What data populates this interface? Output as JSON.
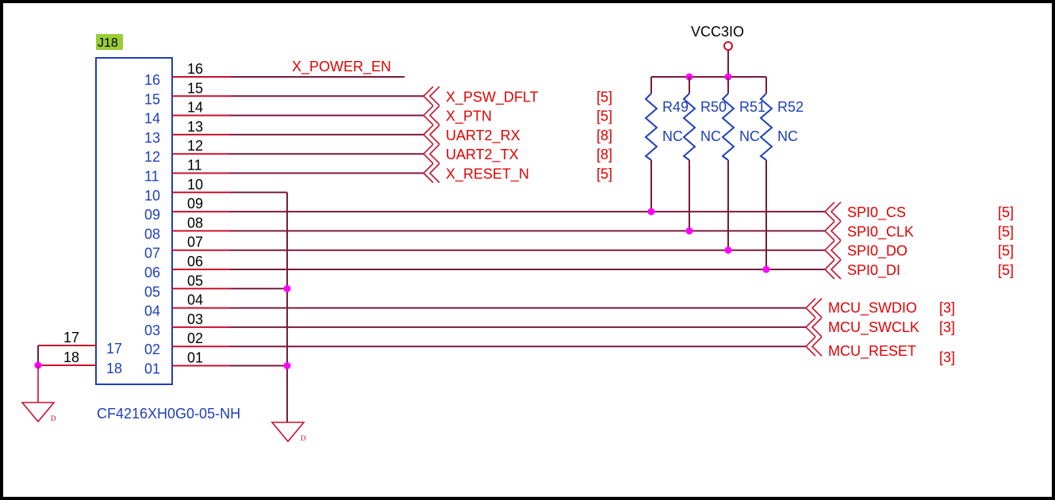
{
  "connector": {
    "refdes": "J18",
    "part": "CF4216XH0G0-05-NH",
    "inner_pins": [
      "16",
      "15",
      "14",
      "13",
      "12",
      "11",
      "10",
      "09",
      "08",
      "07",
      "06",
      "05",
      "04",
      "03",
      "02",
      "01"
    ],
    "outer_pins": [
      "16",
      "15",
      "14",
      "13",
      "12",
      "11",
      "10",
      "09",
      "08",
      "07",
      "06",
      "05",
      "04",
      "03",
      "02",
      "01"
    ],
    "inner_shield": [
      "17",
      "18"
    ],
    "outer_shield": [
      "17",
      "18"
    ]
  },
  "power": {
    "label": "VCC3IO"
  },
  "resistors": [
    {
      "ref": "R49",
      "value": "NC"
    },
    {
      "ref": "R50",
      "value": "NC"
    },
    {
      "ref": "R51",
      "value": "NC"
    },
    {
      "ref": "R52",
      "value": "NC"
    }
  ],
  "nets": {
    "power_en": "X_POWER_EN",
    "upper": [
      {
        "name": "X_PSW_DFLT",
        "ref": "[5]"
      },
      {
        "name": "X_PTN",
        "ref": "[5]"
      },
      {
        "name": "UART2_RX",
        "ref": "[8]"
      },
      {
        "name": "UART2_TX",
        "ref": "[8]"
      },
      {
        "name": "X_RESET_N",
        "ref": "[5]"
      }
    ],
    "spi": [
      {
        "name": "SPI0_CS",
        "ref": "[5]"
      },
      {
        "name": "SPI0_CLK",
        "ref": "[5]"
      },
      {
        "name": "SPI0_DO",
        "ref": "[5]"
      },
      {
        "name": "SPI0_DI",
        "ref": "[5]"
      }
    ],
    "mcu": [
      {
        "name": "MCU_SWDIO",
        "ref": "[3]"
      },
      {
        "name": "MCU_SWCLK",
        "ref": "[3]"
      },
      {
        "name": "MCU_RESET",
        "ref": "[3]"
      }
    ]
  },
  "ground": {
    "label": "D"
  }
}
